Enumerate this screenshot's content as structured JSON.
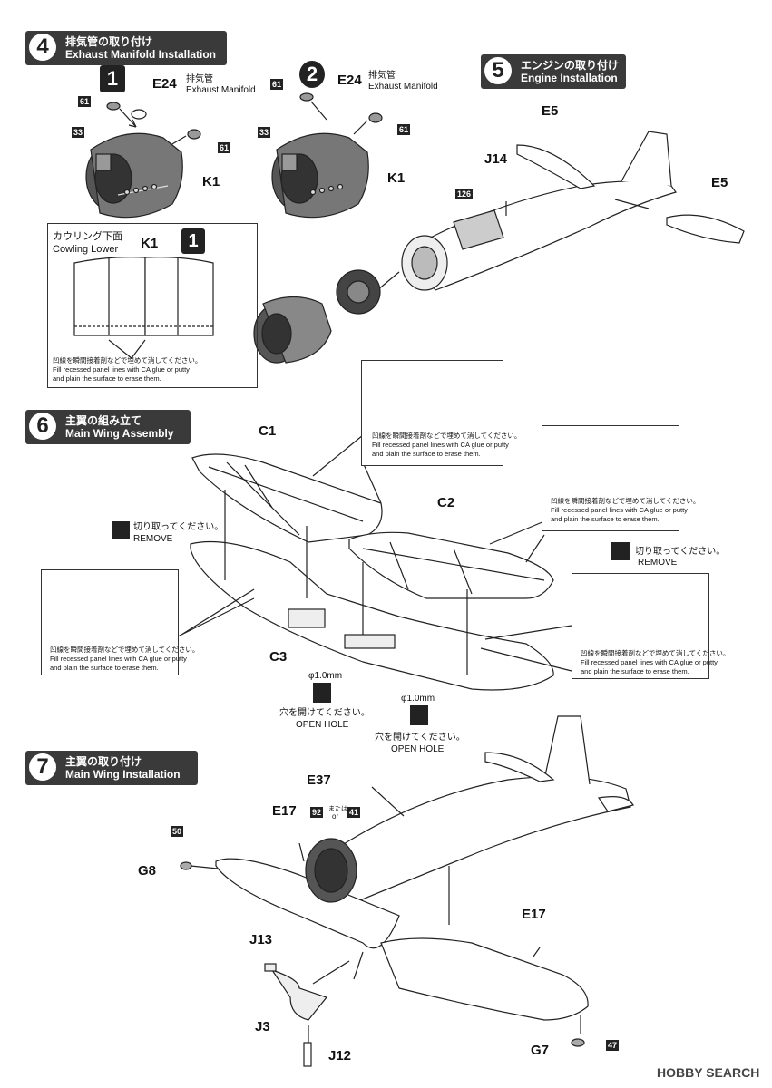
{
  "steps": [
    {
      "num": "4",
      "jp": "排気管の取り付け",
      "en": "Exhaust Manifold Installation"
    },
    {
      "num": "5",
      "jp": "エンジンの取り付け",
      "en": "Engine Installation"
    },
    {
      "num": "6",
      "jp": "主翼の組み立て",
      "en": "Main Wing Assembly"
    },
    {
      "num": "7",
      "jp": "主翼の取り付け",
      "en": "Main Wing Installation"
    }
  ],
  "variants": {
    "one": "1",
    "two": "2"
  },
  "exhaust": {
    "part": "E24",
    "jp": "排気管",
    "en": "Exhaust Manifold"
  },
  "parts": {
    "k1": "K1",
    "e5": "E5",
    "j14": "J14",
    "c1": "C1",
    "c2": "C2",
    "c3": "C3",
    "e37": "E37",
    "e17": "E17",
    "g8": "G8",
    "j13": "J13",
    "j3": "J3",
    "j12": "J12",
    "g7": "G7"
  },
  "colors": {
    "c61": "61",
    "c33": "33",
    "c126": "126",
    "c50": "50",
    "c92": "92",
    "c41": "41",
    "c47": "47"
  },
  "or": {
    "jp": "または",
    "en": "or"
  },
  "cowling": {
    "jp": "カウリング下面",
    "en": "Cowling Lower",
    "part": "K1",
    "variant": "1"
  },
  "fill_note": {
    "jp": "凹線を瞬間接着剤などで埋めて消してください。",
    "en1": "Fill recessed panel lines with CA glue or putty",
    "en2": "and plain the surface to erase them."
  },
  "remove": {
    "jp": "切り取ってください。",
    "en": "REMOVE"
  },
  "hole": {
    "size": "φ1.0mm",
    "jp": "穴を開けてください。",
    "en": "OPEN HOLE"
  },
  "watermark": "HOBBY SEARCH"
}
